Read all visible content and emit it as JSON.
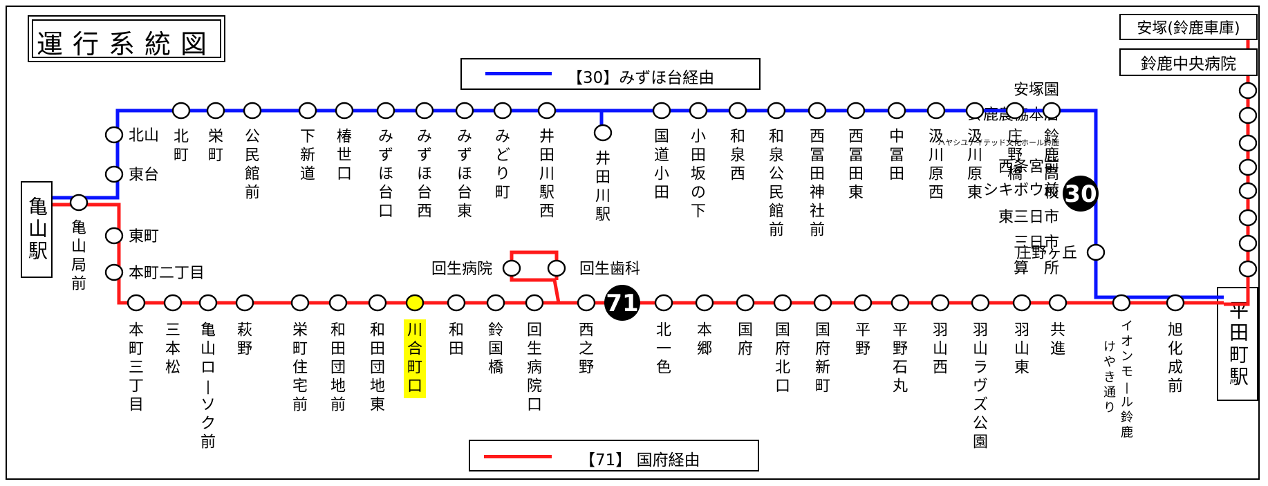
{
  "title": "運行系統図",
  "legend": {
    "route30": {
      "label": "【30】みずほ台経由",
      "color": "#0a14ff"
    },
    "route71": {
      "label": "【71】 国府経由",
      "color": "#ff1a1a"
    }
  },
  "terminals": {
    "kameyama": "亀山駅",
    "hirata": "平田町駅",
    "yasuzuka": "安塚(鈴鹿車庫)",
    "hospital": "鈴鹿中央病院"
  },
  "badges": {
    "route30": "30",
    "route71": "71"
  },
  "colors": {
    "highlight": "#ffff00"
  },
  "stops": {
    "kameyama_kyoku_mae": "亀山局前",
    "kitayama": "北山",
    "higashidai": "東台",
    "higashimachi": "東町",
    "honmachi_2": "本町二丁目",
    "top": [
      "北町",
      "栄町",
      "公民館前",
      "下新道",
      "椿世口",
      "みずほ台口",
      "みずほ台西",
      "みずほ台東",
      "みどり町",
      "井田川駅西",
      "井田川駅",
      "国道小田",
      "小田坂の下",
      "和泉西",
      "和泉公民館前",
      "西冨田神社前",
      "西冨田東",
      "中冨田",
      "汲川原西",
      "汲川原東",
      "庄野橋",
      "鈴鹿高校"
    ],
    "shonogaoka": "庄野ヶ丘",
    "kaisei_hospital": "回生病院",
    "kaisei_dental": "回生歯科",
    "bottom": [
      "本町三丁目",
      "三本松",
      "亀山ローソク前",
      "萩野",
      "栄町住宅前",
      "和田団地前",
      "和田団地東",
      "川合町口",
      "和田",
      "鈴国橋",
      "回生病院口",
      "西之野",
      "北一色",
      "本郷",
      "国府",
      "国府北口",
      "国府新町",
      "平野",
      "平野石丸",
      "羽山西",
      "羽山ラヴズ公園",
      "羽山東",
      "共進"
    ],
    "aeon_1": "イオンモール鈴鹿",
    "aeon_2": "けやき通り",
    "kyokka": "旭化成前",
    "right": [
      "安塚園",
      "鈴鹿農協本店",
      "ハヤシユナイテッド文化ホール鈴鹿",
      "西条宮前",
      "シキボウ前",
      "東三日市",
      "三日市",
      "算　所"
    ]
  }
}
